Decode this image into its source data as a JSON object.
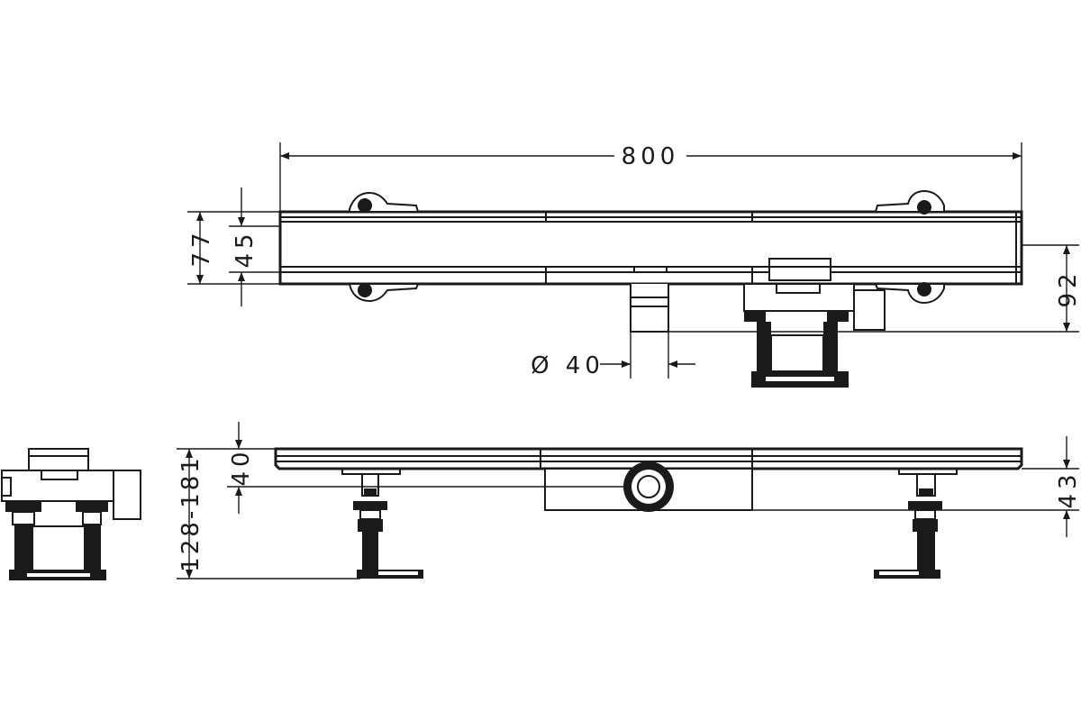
{
  "drawing": {
    "dimensions": {
      "overall_length": "800",
      "total_height": "77",
      "channel_height": "45",
      "outlet_depth": "92",
      "outlet_diameter": "Ø 40",
      "installation_height": "128-181",
      "outlet_axis": "40",
      "body_depth": "43"
    }
  },
  "colors": {
    "line": "#1a1a1a",
    "background": "#ffffff"
  }
}
